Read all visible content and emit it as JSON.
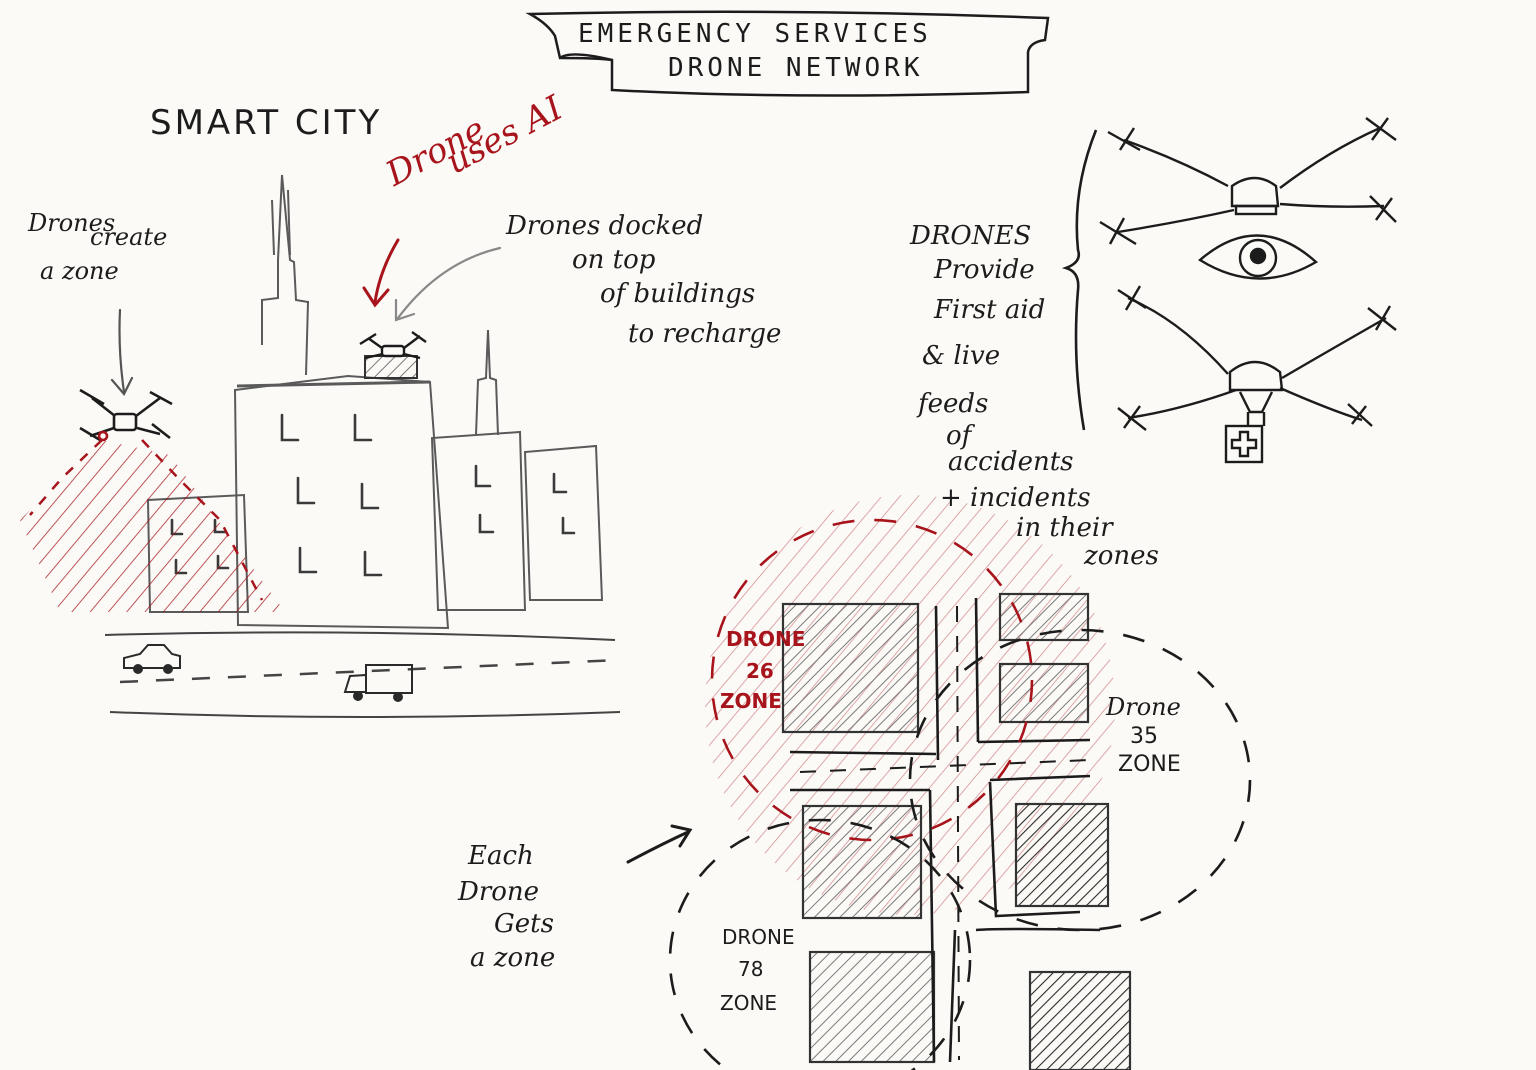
{
  "title": {
    "line1": "EMERGENCY   SERVICES",
    "line2": "DRONE   NETWORK"
  },
  "heading": "SMART CITY",
  "notes": {
    "drones_create_zone": [
      "Drones",
      "create",
      "a zone"
    ],
    "drone_uses_ai": [
      "Drone",
      "uses AI"
    ],
    "drones_docked": [
      "Drones docked",
      "on top",
      "of buildings",
      "to recharge"
    ],
    "drones_provide": [
      "DRONES",
      "Provide",
      "First aid",
      "& live",
      "feeds",
      "of",
      "accidents",
      "+ incidents",
      "in their",
      "zones"
    ],
    "each_drone": [
      "Each",
      "Drone",
      "Gets",
      "a zone"
    ]
  },
  "zones": {
    "zone26": [
      "DRONE",
      "26",
      "ZONE"
    ],
    "zone35": [
      "Drone",
      "35",
      "ZONE"
    ],
    "zone78": [
      "DRONE",
      "78",
      "ZONE"
    ]
  },
  "colors": {
    "ink": "#1c1c1c",
    "red": "#a8141b",
    "pencil": "#6e6e6e",
    "paper": "#fbfaf7"
  }
}
